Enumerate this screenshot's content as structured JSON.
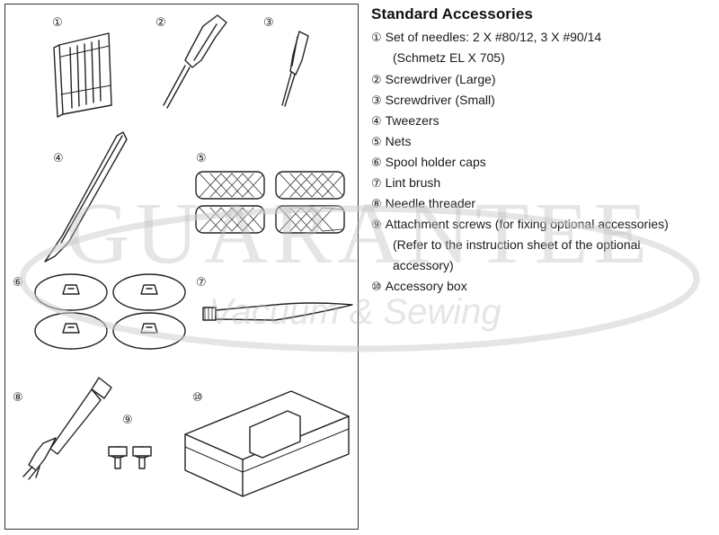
{
  "title": "Standard Accessories",
  "markers": [
    "①",
    "②",
    "③",
    "④",
    "⑤",
    "⑥",
    "⑦",
    "⑧",
    "⑨",
    "⑩"
  ],
  "lines": [
    {
      "marker": "①",
      "text": "Set of needles: 2 X #80/12, 3 X #90/14"
    },
    {
      "marker": "",
      "text": "(Schmetz EL X 705)"
    },
    {
      "marker": "②",
      "text": "Screwdriver (Large)"
    },
    {
      "marker": "③",
      "text": "Screwdriver (Small)"
    },
    {
      "marker": "④",
      "text": "Tweezers"
    },
    {
      "marker": "⑤",
      "text": "Nets"
    },
    {
      "marker": "⑥",
      "text": "Spool holder caps"
    },
    {
      "marker": "⑦",
      "text": "Lint brush"
    },
    {
      "marker": "⑧",
      "text": "Needle threader"
    },
    {
      "marker": "⑨",
      "text": "Attachment screws  (for fixing optional accessories)"
    },
    {
      "marker": "",
      "text": "(Refer to the instruction sheet of the optional"
    },
    {
      "marker": "",
      "text": "accessory)"
    },
    {
      "marker": "⑩",
      "text": "Accessory box"
    }
  ],
  "watermark": {
    "big": "GUARANTEE",
    "small": "Vacuum & Sewing"
  }
}
